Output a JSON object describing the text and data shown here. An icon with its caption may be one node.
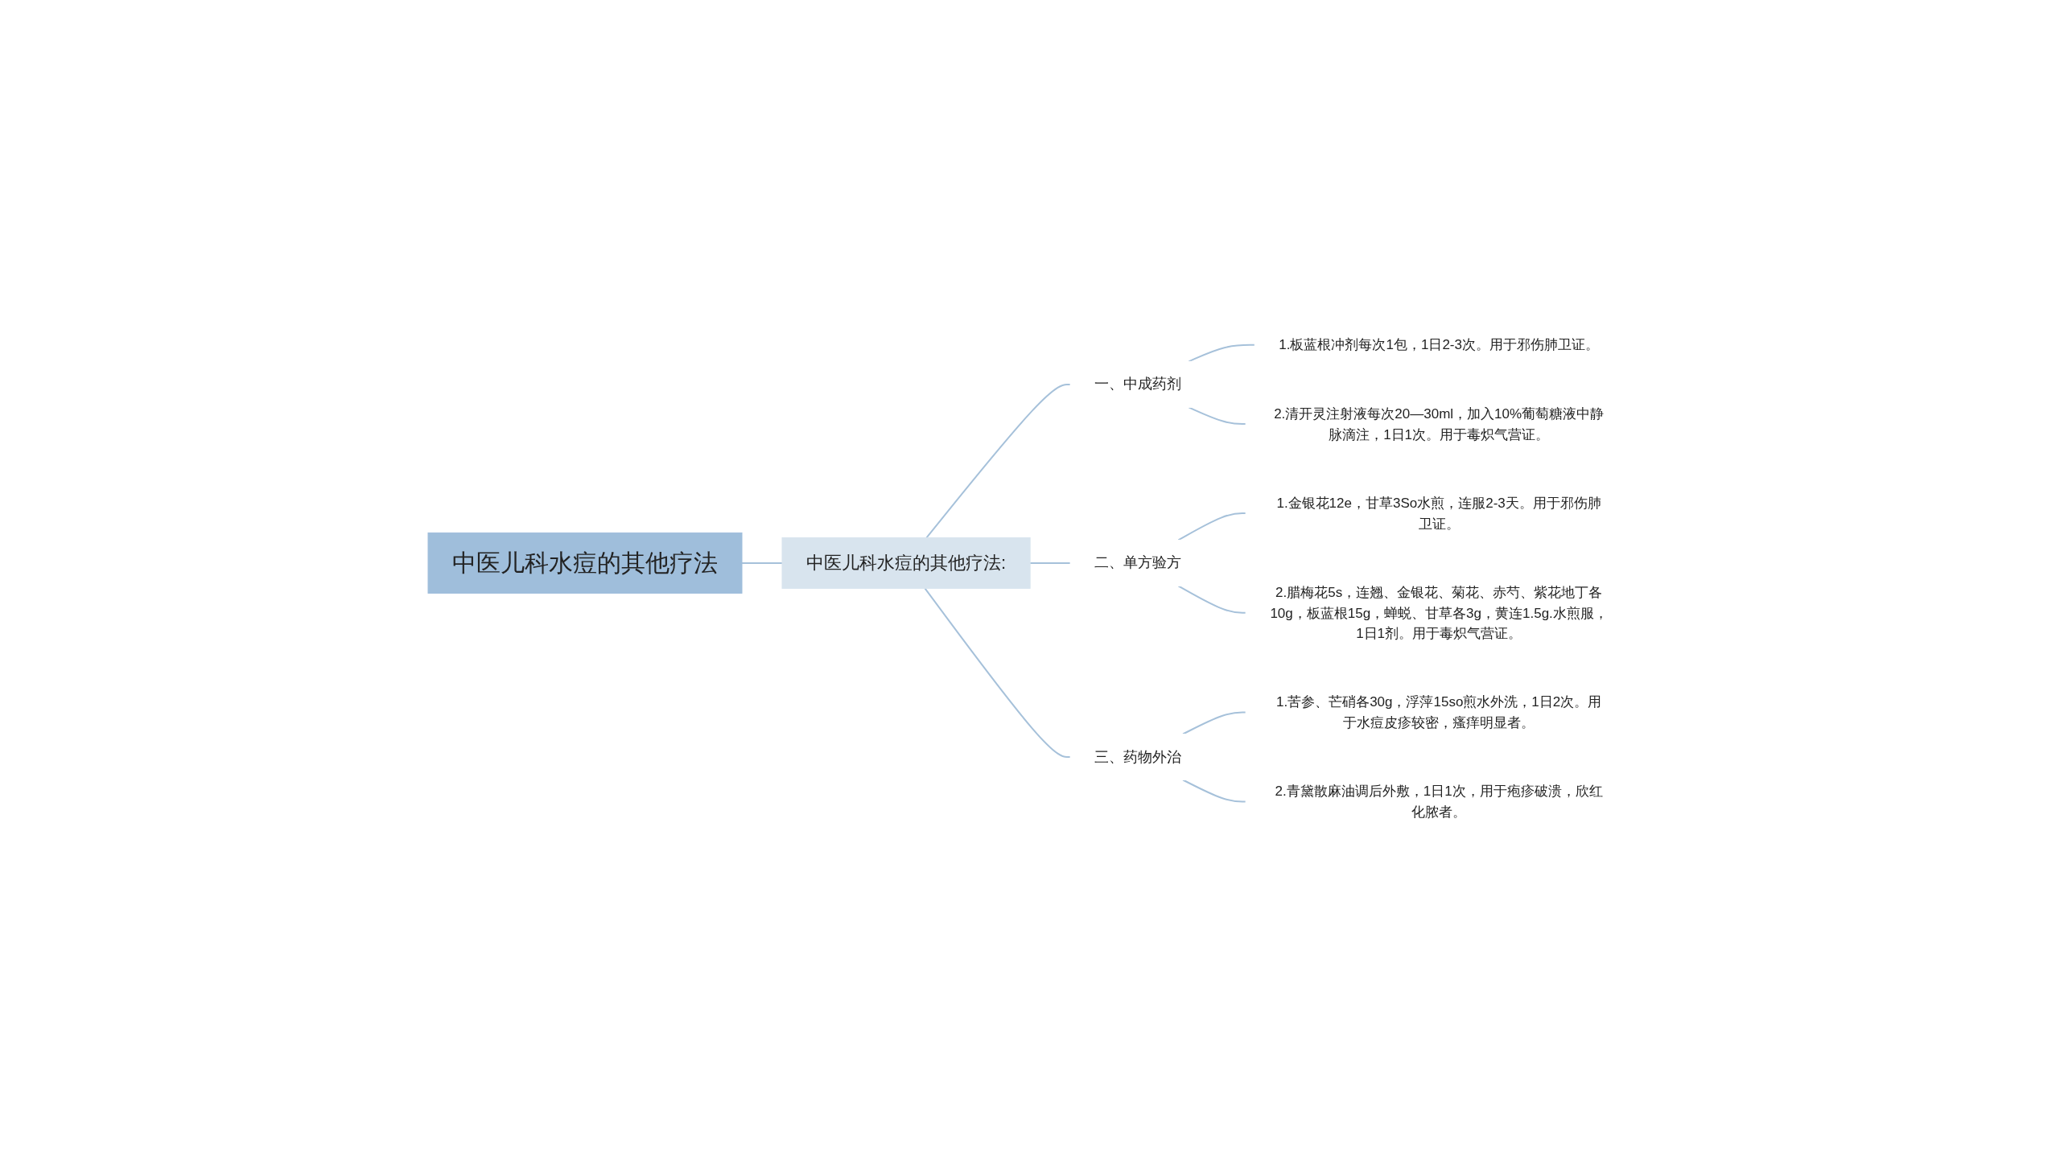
{
  "diagram": {
    "nodes": [
      {
        "text": [
          "中医儿科水痘的其他疗法"
        ]
      },
      {
        "text": [
          "中医儿科水痘的其他疗法:"
        ]
      },
      {
        "text": [
          "一、中成药剂"
        ]
      },
      {
        "text": [
          "1.板蓝根冲剂每次1包，1日2-3次。用于邪伤肺卫证。"
        ]
      },
      {
        "text": [
          "2.清开灵注射液每次20—30ml，加入10%葡萄糖液中静脉滴注，1日1次。用于毒炽气营证。"
        ]
      },
      {
        "text": [
          "二、单方验方"
        ]
      },
      {
        "text": [
          "1.金银花12e，甘草3So水煎，连服2-3天。用于邪伤肺卫证。"
        ]
      },
      {
        "text": [
          "2.腊梅花5s，连翘、金银花、菊花、赤芍、紫花地丁各10g，板蓝根15g，蝉蜕、甘草各3g，黄连1.5g.水煎服，1日1剂。用于毒炽气营证。"
        ]
      },
      {
        "text": [
          "三、药物外治"
        ]
      },
      {
        "text": [
          "1.苦参、芒硝各30g，浮萍15so煎水外洗，1日2次。用于水痘皮疹较密，瘙痒明显者。"
        ]
      },
      {
        "text": [
          "2.青黛散麻油调后外敷，1日1次，用于疱疹破溃，欣红化脓者。"
        ]
      }
    ],
    "edges": [
      {
        "from": 0,
        "to": 1,
        "arrow": "none"
      },
      {
        "from": 1,
        "to": 2,
        "arrow": "none"
      },
      {
        "from": 2,
        "to": 3,
        "arrow": "none"
      },
      {
        "from": 2,
        "to": 4,
        "arrow": "none"
      },
      {
        "from": 1,
        "to": 5,
        "arrow": "none"
      },
      {
        "from": 5,
        "to": 6,
        "arrow": "none"
      },
      {
        "from": 5,
        "to": 7,
        "arrow": "none"
      },
      {
        "from": 1,
        "to": 8,
        "arrow": "none"
      },
      {
        "from": 8,
        "to": 9,
        "arrow": "none"
      },
      {
        "from": 8,
        "to": 10,
        "arrow": "none"
      }
    ]
  }
}
